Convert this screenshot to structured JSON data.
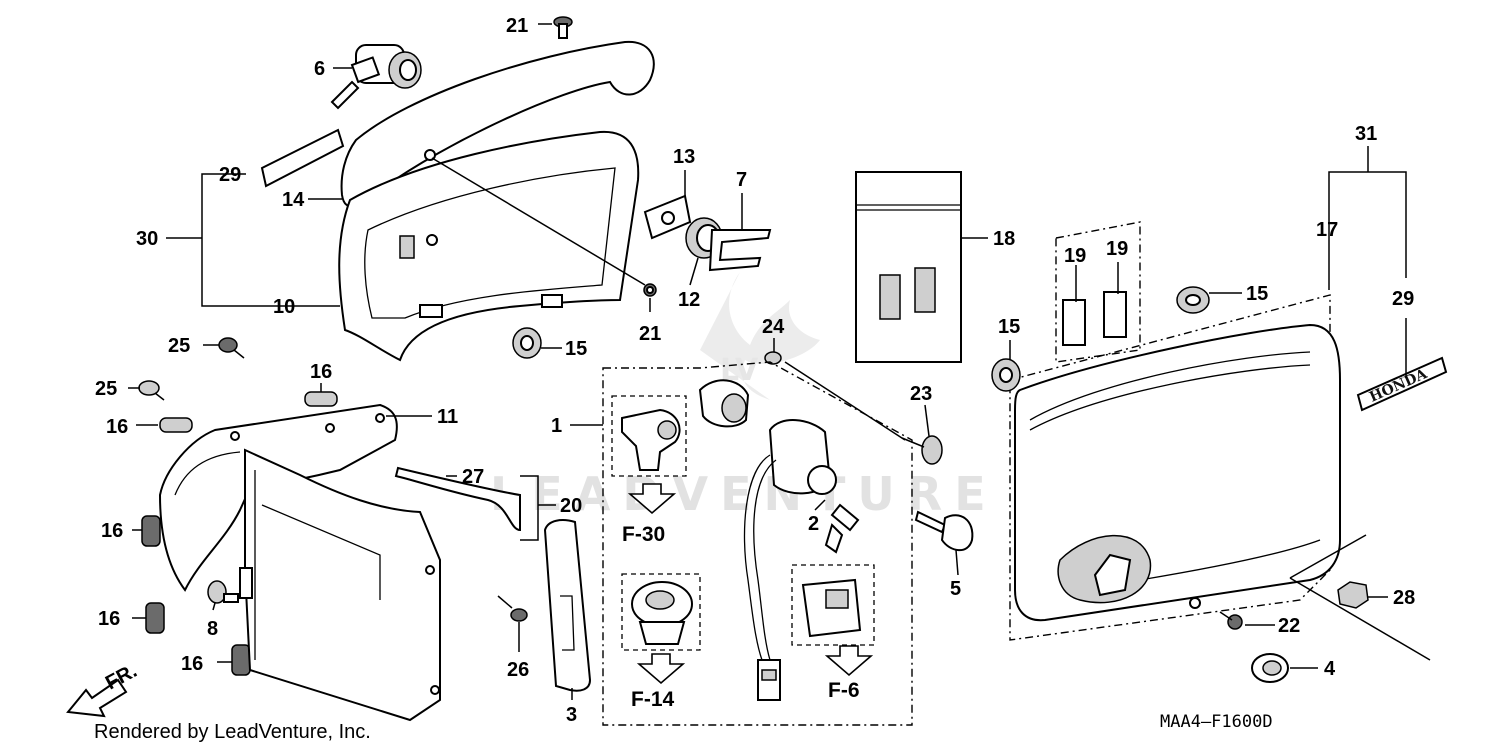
{
  "footer": {
    "rendered_by": "Rendered by LeadVenture, Inc.",
    "diagram_code": "MAA4—F1600D"
  },
  "watermark": {
    "text": "LEADVENTURE",
    "logo_letters": "LV"
  },
  "direction": {
    "label": "FR."
  },
  "brand_badge": {
    "text": "HONDA"
  },
  "references": {
    "f30": "F-30",
    "f14": "F-14",
    "f6": "F-6"
  },
  "callouts": {
    "n21_top": "21",
    "n6": "6",
    "n29_left": "29",
    "n14": "14",
    "n30": "30",
    "n10": "10",
    "n13": "13",
    "n7": "7",
    "n12": "12",
    "n21_mid": "21",
    "n15_left": "15",
    "n18": "18",
    "n19_a": "19",
    "n19_b": "19",
    "n15_center": "15",
    "n15_right": "15",
    "n31": "31",
    "n17": "17",
    "n29_right": "29",
    "n25_a": "25",
    "n25_b": "25",
    "n16_a": "16",
    "n16_b": "16",
    "n11": "11",
    "n24": "24",
    "n1": "1",
    "n23": "23",
    "n27": "27",
    "n20": "20",
    "n2": "2",
    "n5": "5",
    "n16_c": "16",
    "n16_d": "16",
    "n8": "8",
    "n16_e": "16",
    "n26": "26",
    "n3": "3",
    "n22": "22",
    "n4": "4",
    "n28": "28"
  },
  "colors": {
    "line": "#000000",
    "background": "#ffffff",
    "watermark": "#e2e2e2",
    "part_fill": "#ffffff",
    "shading": "#cfcfcf"
  }
}
